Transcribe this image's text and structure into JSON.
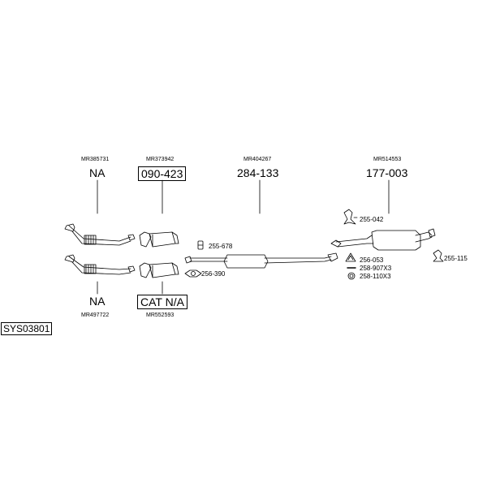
{
  "system_code": "SYS03801",
  "columns": [
    {
      "top_oem": "MR385731",
      "top_code": "NA",
      "bottom_code": "NA",
      "bottom_oem": "MR497722"
    },
    {
      "top_oem": "MR373942",
      "top_code": "090-423",
      "bottom_code": "CAT N/A",
      "bottom_oem": "MR552593"
    },
    {
      "top_oem": "MR404267",
      "top_code": "284-133"
    },
    {
      "top_oem": "MR514553",
      "top_code": "177-003"
    }
  ],
  "accessories": {
    "hanger_front": "255-678",
    "gasket_front": "256-390",
    "hanger_rear_top": "255-042",
    "hanger_rear_side": "255-115",
    "gasket_rear": "256-053",
    "bolt_rear": "258-907X3",
    "ring_rear": "258-110X3"
  }
}
